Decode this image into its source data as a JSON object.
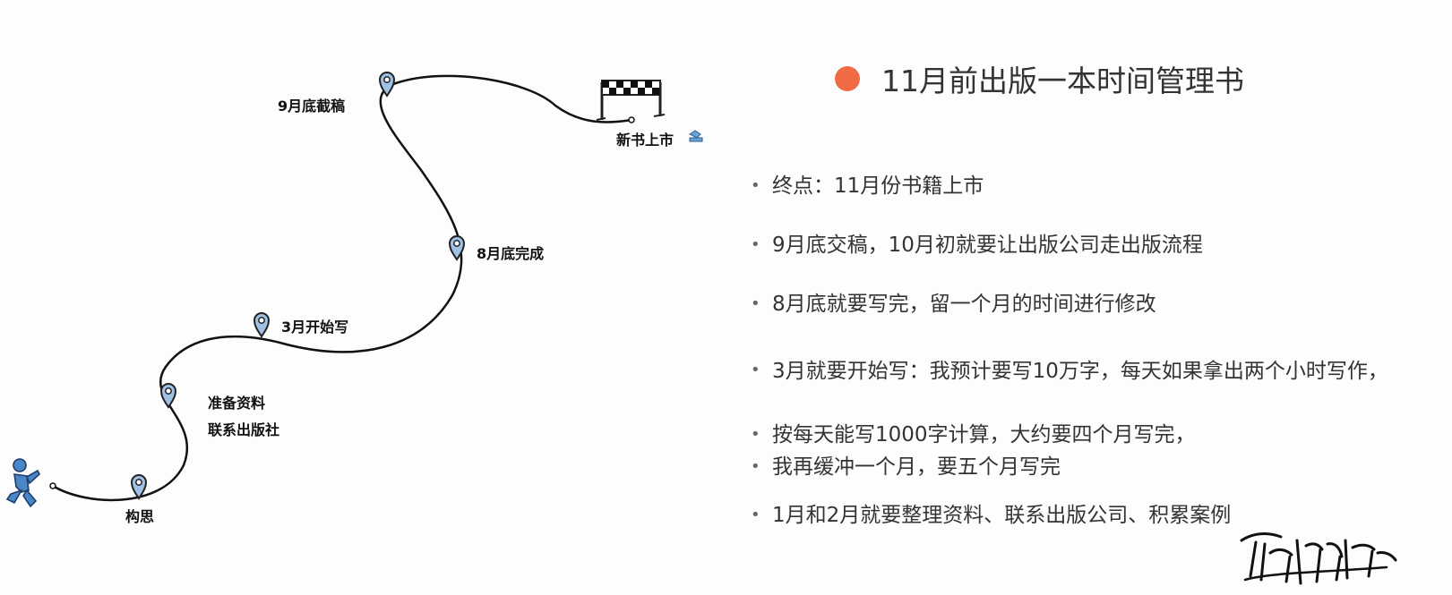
{
  "title": "11月前出版一本时间管理书",
  "bullets": [
    "终点：11月份书籍上市",
    "9月底交稿，10月初就要让出版公司走出版流程",
    "8月底就要写完，留一个月的时间进行修改",
    "3月就要开始写：我预计要写10万字，每天如果拿出两个小时写作，",
    "按每天能写1000字计算，大约要四个月写完，",
    "我再缓冲一个月，要五个月写完",
    "1月和2月就要整理资料、联系出版公司、积累案例"
  ],
  "roadmap": {
    "milestones": {
      "start": "构思",
      "prep_line1": "准备资料",
      "prep_line2": "联系出版社",
      "march": "3月开始写",
      "august": "8月底完成",
      "september": "9月底截稿",
      "finish": "新书上市"
    }
  },
  "signature": "",
  "colors": {
    "accent": "#ef6b45",
    "text": "#333333",
    "runner": "#4a86c8",
    "pin": "#5b8fc4"
  },
  "icons": {
    "runner": "runner-icon",
    "pin": "map-pin-icon",
    "finish": "finish-line-icon"
  }
}
